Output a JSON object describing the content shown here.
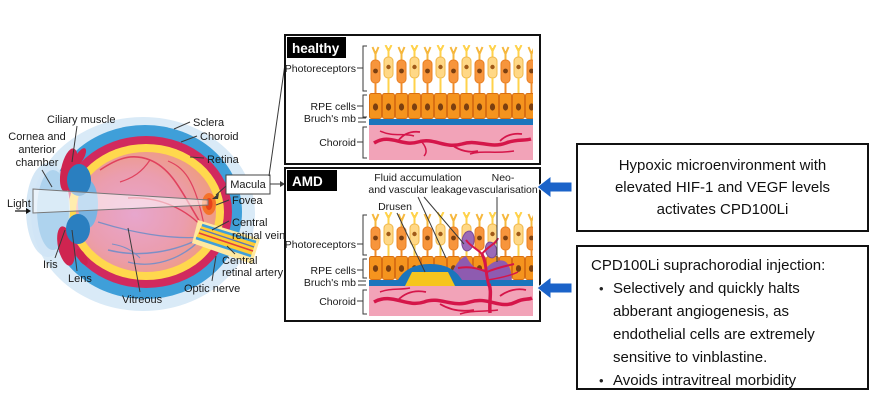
{
  "eye": {
    "labels": {
      "ciliary_muscle": "Ciliary muscle",
      "cornea": [
        "Cornea and",
        "anterior",
        "chamber"
      ],
      "light": "Light",
      "iris": "Iris",
      "lens": "Lens",
      "vitreous": "Vitreous",
      "optic_nerve": "Optic nerve",
      "central_retinal_vein": [
        "Central",
        "retinal vein"
      ],
      "central_retinal_artery": [
        "Central",
        "retinal artery"
      ],
      "fovea": "Fovea",
      "macula": "Macula",
      "retina": "Retina",
      "choroid": "Choroid",
      "sclera": "Sclera"
    }
  },
  "healthy_panel": {
    "title": "healthy",
    "labels": {
      "photoreceptors": "Photoreceptors",
      "rpe_cells": "RPE cells",
      "bruchs_mb": "Bruch's mb",
      "choroid": "Choroid"
    }
  },
  "amd_panel": {
    "title": "AMD",
    "labels": {
      "fluid": [
        "Fluid accumulation",
        "and vascular leakage"
      ],
      "neo": [
        "Neo-",
        "vascularisation"
      ],
      "drusen": "Drusen",
      "photoreceptors": "Photoreceptors",
      "rpe_cells": "RPE cells",
      "bruchs_mb": "Bruch's mb",
      "choroid": "Choroid"
    }
  },
  "annotations": {
    "box1_lines": [
      "Hypoxic microenvironment with",
      "elevated HIF-1 and VEGF levels",
      "activates CPD100Li"
    ],
    "box2_title": "CPD100Li suprachorodial injection:",
    "box2_bullets": [
      "Selectively and quickly halts abberant angiogenesis, as endothelial cells are extremely sensitive to vinblastine.",
      "Avoids intravitreal morbidity"
    ]
  },
  "colors": {
    "arrow_blue": "#1b63c9",
    "sclera_blue": "#3f9fd9",
    "choroid_crimson": "#d12a5e",
    "retina_yellow": "#ffd84d",
    "rpe_orange": "#f5941e",
    "bruchs_membrane_blue": "#1c75bc",
    "choroid_pink": "#f2a3b8",
    "vessel_red": "#d5164a",
    "neovascular_purple": "#8e5bb0",
    "drusen_yellow": "#f6c51e"
  }
}
